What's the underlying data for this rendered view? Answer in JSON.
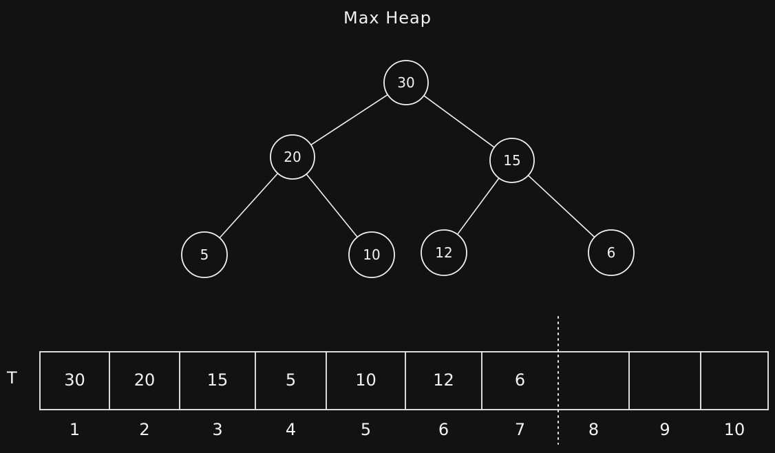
{
  "title": "Max Heap",
  "tree": {
    "nodes": [
      {
        "id": "n30",
        "label": "30"
      },
      {
        "id": "n20",
        "label": "20"
      },
      {
        "id": "n15",
        "label": "15"
      },
      {
        "id": "n5",
        "label": "5"
      },
      {
        "id": "n10",
        "label": "10"
      },
      {
        "id": "n12",
        "label": "12"
      },
      {
        "id": "n6",
        "label": "6"
      }
    ],
    "edges": [
      [
        "n30",
        "n20"
      ],
      [
        "n30",
        "n15"
      ],
      [
        "n20",
        "n5"
      ],
      [
        "n20",
        "n10"
      ],
      [
        "n15",
        "n12"
      ],
      [
        "n15",
        "n6"
      ]
    ]
  },
  "array": {
    "label": "T",
    "cells": [
      "30",
      "20",
      "15",
      "5",
      "10",
      "12",
      "6",
      "",
      "",
      ""
    ],
    "indices": [
      "1",
      "2",
      "3",
      "4",
      "5",
      "6",
      "7",
      "8",
      "9",
      "10"
    ],
    "divider_after_index": 7
  },
  "colors": {
    "background": "#121212",
    "stroke": "#f2f2f2"
  }
}
